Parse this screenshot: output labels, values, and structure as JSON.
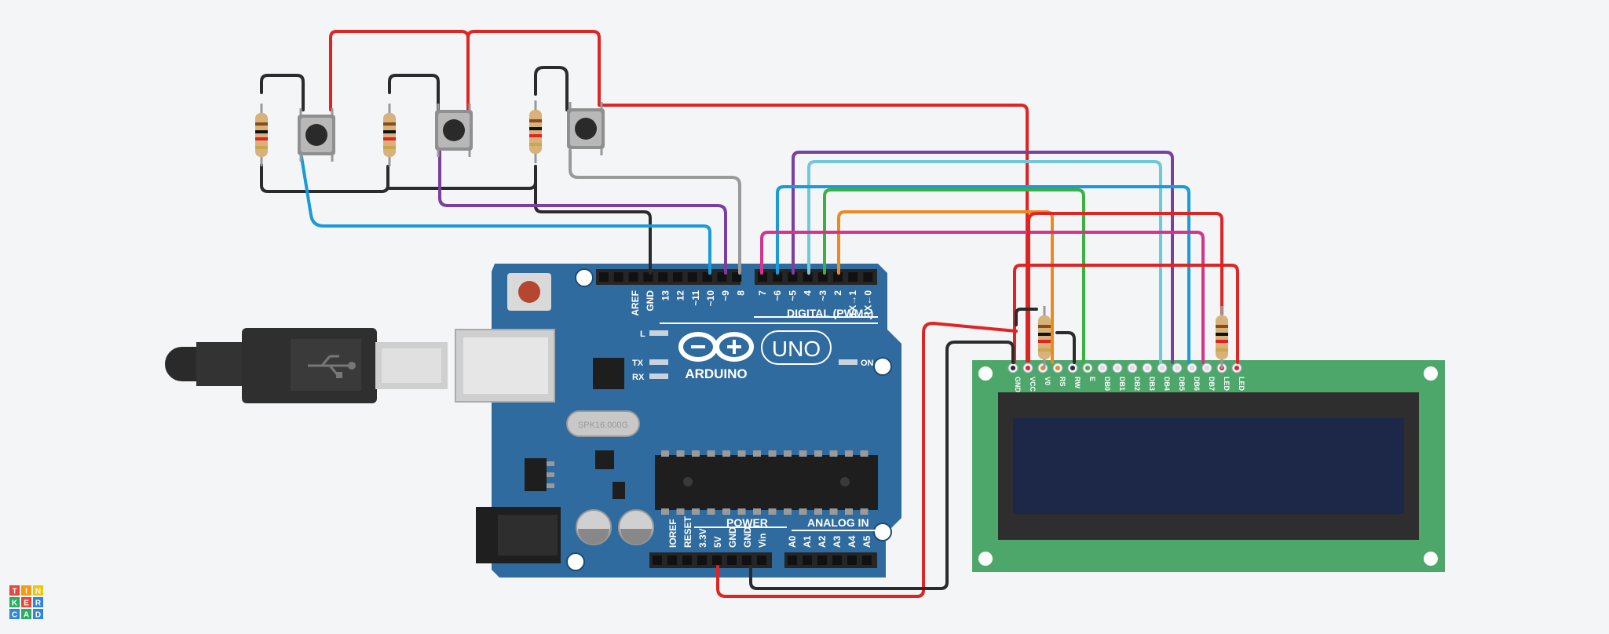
{
  "board": {
    "logo_text": "ARDUINO",
    "model": "UNO",
    "on_label": "ON",
    "l_label": "L",
    "tx_label": "TX",
    "rx_label": "RX",
    "digital_label": "DIGITAL (PWM~)",
    "power_label": "POWER",
    "analog_label": "ANALOG IN",
    "crystal_label": "SPK16.000G",
    "digital_pins_left": [
      "AREF",
      "GND",
      "13",
      "12",
      "~11",
      "~10",
      "~9",
      "8"
    ],
    "digital_pins_right": [
      "7",
      "~6",
      "~5",
      "4",
      "~3",
      "2",
      "TX→1",
      "RX←0"
    ],
    "power_pins": [
      "IOREF",
      "RESET",
      "3.3V",
      "5V",
      "GND",
      "GND",
      "Vin"
    ],
    "analog_pins": [
      "A0",
      "A1",
      "A2",
      "A3",
      "A4",
      "A5"
    ]
  },
  "lcd": {
    "pins": [
      "GND",
      "VCC",
      "V0",
      "RS",
      "RW",
      "E",
      "DB0",
      "DB1",
      "DB2",
      "DB3",
      "DB4",
      "DB5",
      "DB6",
      "DB7",
      "LED",
      "LED"
    ]
  },
  "brand": {
    "letters": [
      "T",
      "I",
      "N",
      "K",
      "E",
      "R",
      "C",
      "A",
      "D"
    ],
    "colors": [
      "#e8463b",
      "#f39c12",
      "#f1c40f",
      "#27ae60",
      "#e8463b",
      "#2e86de",
      "#2e86de",
      "#27ae60",
      "#2e86de"
    ]
  },
  "colors": {
    "board": "#2f6b9e",
    "lcd_board": "#4ea76a",
    "lcd_screen": "#1d2748",
    "wire_red": "#e02424",
    "wire_black": "#2b2b2b",
    "wire_blue": "#1a9ad6",
    "wire_cyan": "#6fc9dc",
    "wire_purple": "#7a3fa0",
    "wire_green": "#3cb043",
    "wire_orange": "#ee8a1c",
    "wire_magenta": "#d6338a",
    "wire_gray": "#9a9a9a"
  }
}
